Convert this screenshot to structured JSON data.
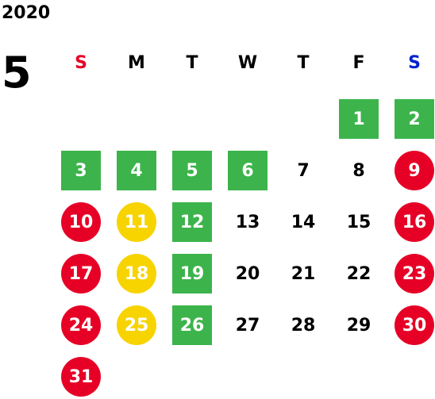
{
  "calendar": {
    "year": "2020",
    "month": "5",
    "weekdays": [
      {
        "label": "S",
        "color": "#e60026"
      },
      {
        "label": "M",
        "color": "#000000"
      },
      {
        "label": "T",
        "color": "#000000"
      },
      {
        "label": "W",
        "color": "#000000"
      },
      {
        "label": "T",
        "color": "#000000"
      },
      {
        "label": "F",
        "color": "#000000"
      },
      {
        "label": "S",
        "color": "#0022cc"
      }
    ],
    "first_weekday_index": 5,
    "colors": {
      "green": "#3cb44b",
      "red": "#e60026",
      "yellow": "#f7d300"
    },
    "days": [
      {
        "day": "1",
        "marker": "green"
      },
      {
        "day": "2",
        "marker": "green"
      },
      {
        "day": "3",
        "marker": "green"
      },
      {
        "day": "4",
        "marker": "green"
      },
      {
        "day": "5",
        "marker": "green"
      },
      {
        "day": "6",
        "marker": "green"
      },
      {
        "day": "7",
        "marker": "plain"
      },
      {
        "day": "8",
        "marker": "plain"
      },
      {
        "day": "9",
        "marker": "red"
      },
      {
        "day": "10",
        "marker": "red"
      },
      {
        "day": "11",
        "marker": "yellow"
      },
      {
        "day": "12",
        "marker": "green"
      },
      {
        "day": "13",
        "marker": "plain"
      },
      {
        "day": "14",
        "marker": "plain"
      },
      {
        "day": "15",
        "marker": "plain"
      },
      {
        "day": "16",
        "marker": "red"
      },
      {
        "day": "17",
        "marker": "red"
      },
      {
        "day": "18",
        "marker": "yellow"
      },
      {
        "day": "19",
        "marker": "green"
      },
      {
        "day": "20",
        "marker": "plain"
      },
      {
        "day": "21",
        "marker": "plain"
      },
      {
        "day": "22",
        "marker": "plain"
      },
      {
        "day": "23",
        "marker": "red"
      },
      {
        "day": "24",
        "marker": "red"
      },
      {
        "day": "25",
        "marker": "yellow"
      },
      {
        "day": "26",
        "marker": "green"
      },
      {
        "day": "27",
        "marker": "plain"
      },
      {
        "day": "28",
        "marker": "plain"
      },
      {
        "day": "29",
        "marker": "plain"
      },
      {
        "day": "30",
        "marker": "red"
      },
      {
        "day": "31",
        "marker": "red"
      }
    ]
  }
}
